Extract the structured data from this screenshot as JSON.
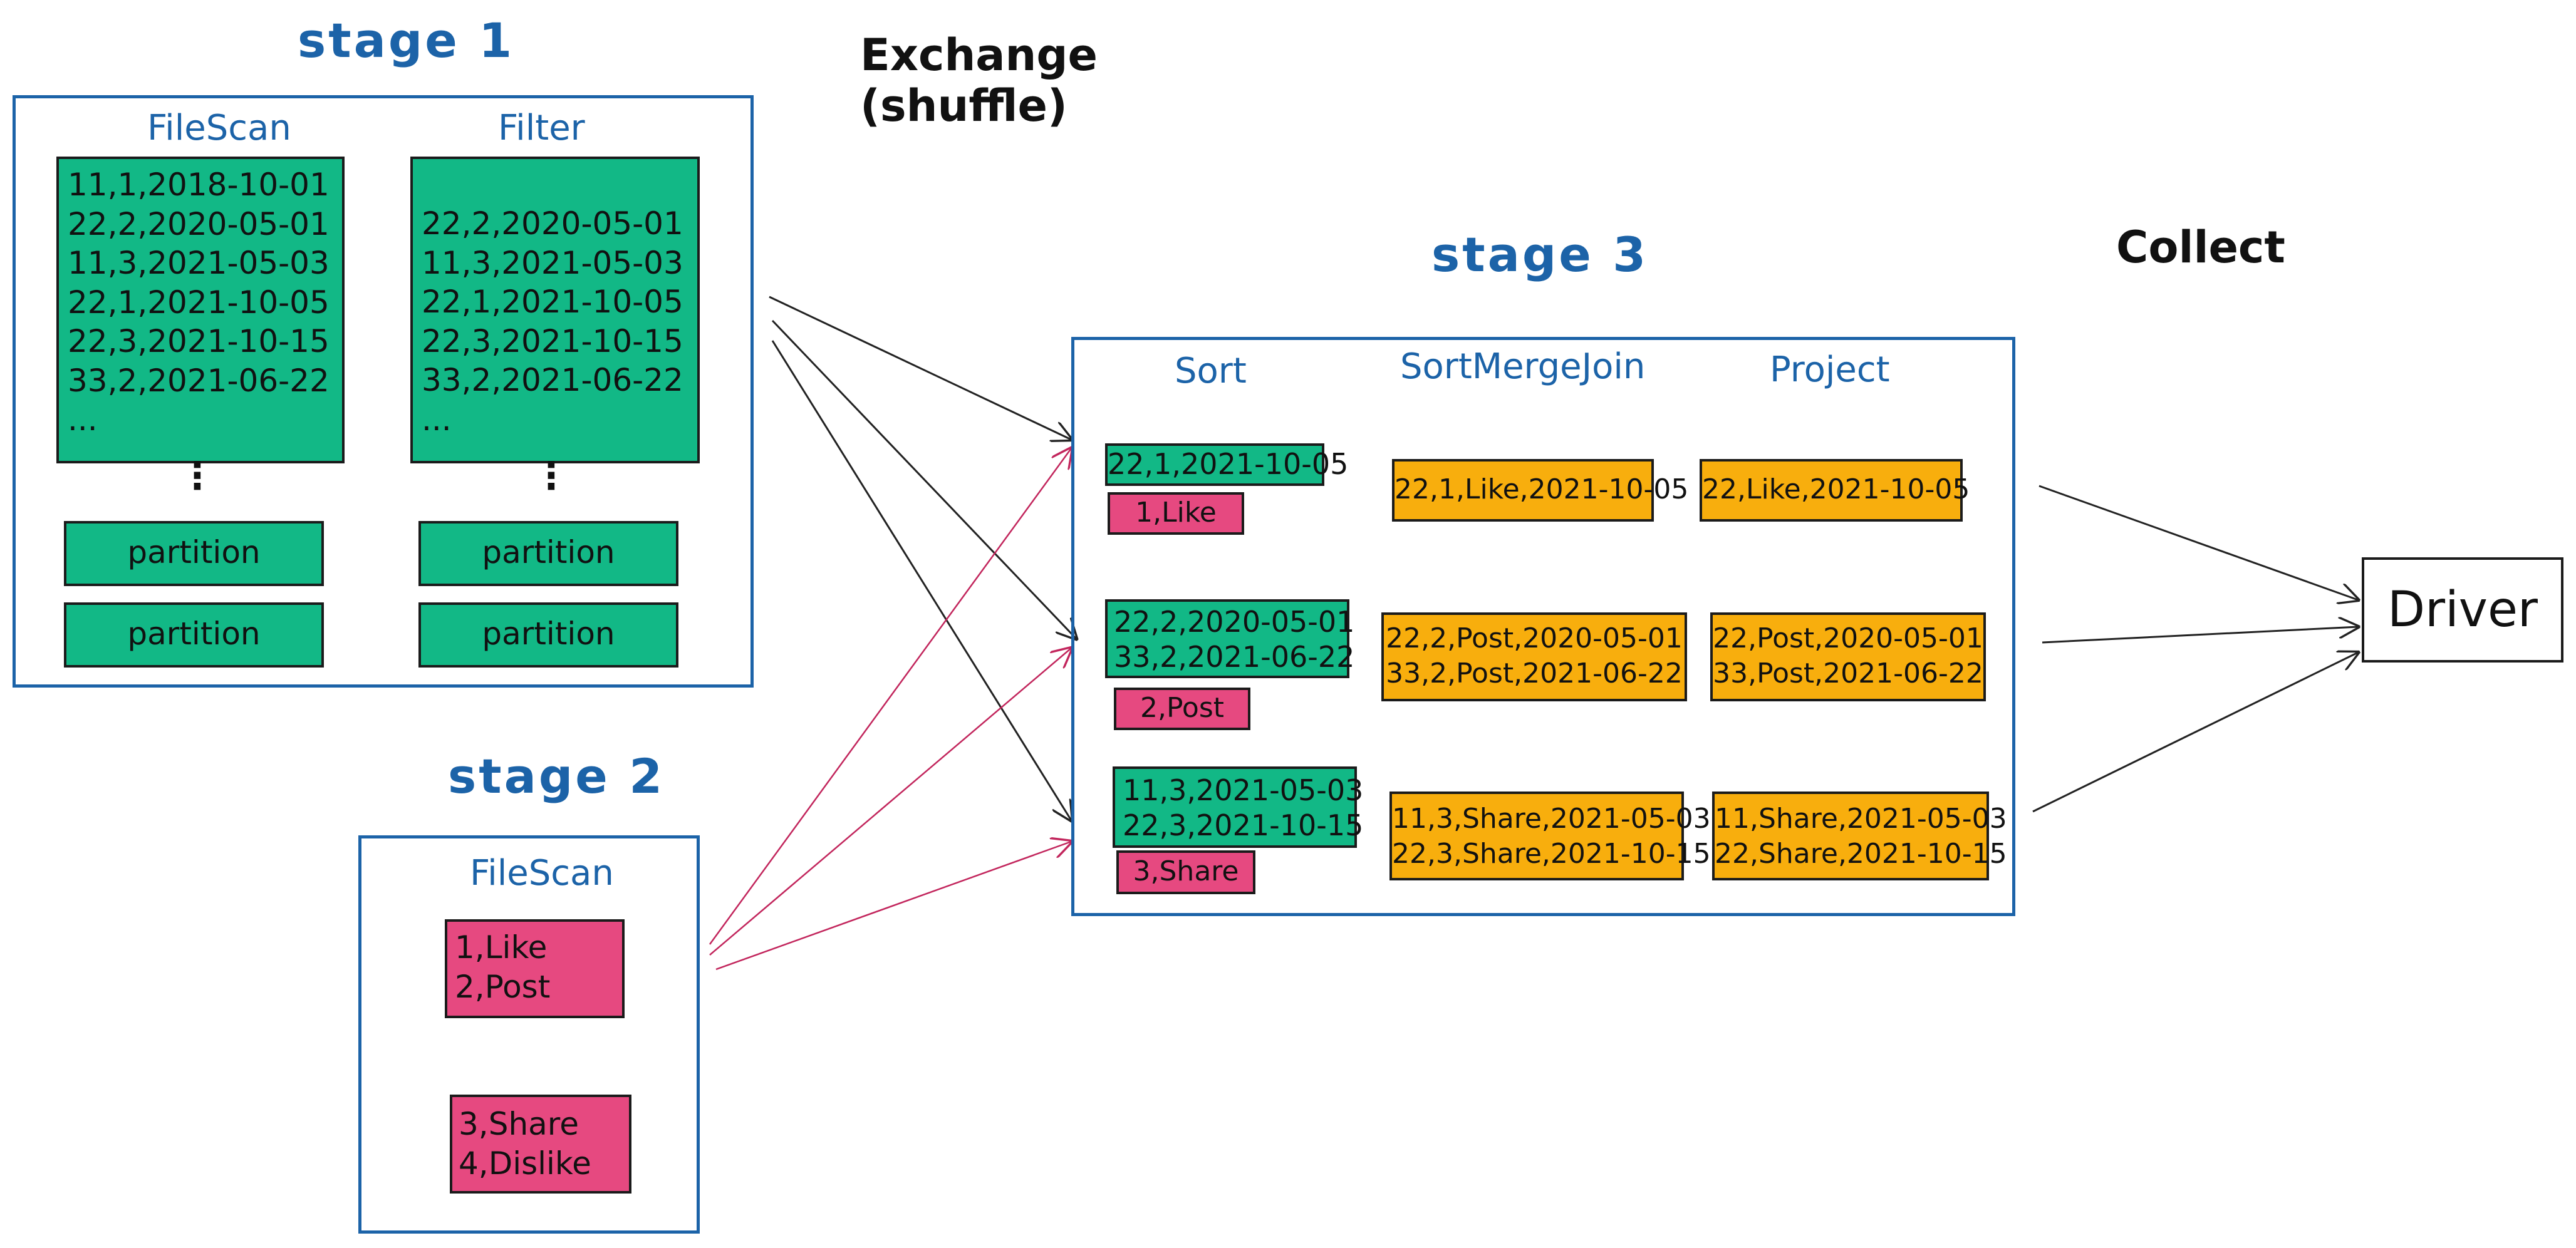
{
  "stage1": {
    "title": "stage 1",
    "filescan_label": "FileScan",
    "filter_label": "Filter",
    "filescan_rows": [
      "11,1,2018-10-01",
      "22,2,2020-05-01",
      "11,3,2021-05-03",
      "22,1,2021-10-05",
      "22,3,2021-10-15",
      "33,2,2021-06-22",
      "..."
    ],
    "filter_rows": [
      "22,2,2020-05-01",
      "11,3,2021-05-03",
      "22,1,2021-10-05",
      "22,3,2021-10-15",
      "33,2,2021-06-22",
      "..."
    ],
    "dots": "⋮",
    "partition_label": "partition"
  },
  "stage2": {
    "title": "stage 2",
    "filescan_label": "FileScan",
    "box1": [
      "1,Like",
      "2,Post"
    ],
    "box2": [
      "3,Share",
      "4,Dislike"
    ]
  },
  "exchange": {
    "line1": "Exchange",
    "line2": "(shuffle)"
  },
  "stage3": {
    "title": "stage 3",
    "sort_label": "Sort",
    "smj_label": "SortMergeJoin",
    "project_label": "Project",
    "sort_green": [
      [
        "22,1,2021-10-05"
      ],
      [
        "22,2,2020-05-01",
        "33,2,2021-06-22"
      ],
      [
        "11,3,2021-05-03",
        "22,3,2021-10-15"
      ]
    ],
    "sort_pink": [
      "1,Like",
      "2,Post",
      "3,Share"
    ],
    "smj": [
      [
        "22,1,Like,2021-10-05"
      ],
      [
        "22,2,Post,2020-05-01",
        "33,2,Post,2021-06-22"
      ],
      [
        "11,3,Share,2021-05-03",
        "22,3,Share,2021-10-15"
      ]
    ],
    "project": [
      [
        "22,Like,2021-10-05"
      ],
      [
        "22,Post,2020-05-01",
        "33,Post,2021-06-22"
      ],
      [
        "11,Share,2021-05-03",
        "22,Share,2021-10-15"
      ]
    ]
  },
  "collect": {
    "label": "Collect"
  },
  "driver": {
    "label": "Driver"
  },
  "colors": {
    "blue": "#1c63a8",
    "green": "#12b886",
    "pink": "#e64980",
    "orange": "#f8ae0d",
    "arrow_dark": "#222222",
    "arrow_red": "#c2255c"
  }
}
